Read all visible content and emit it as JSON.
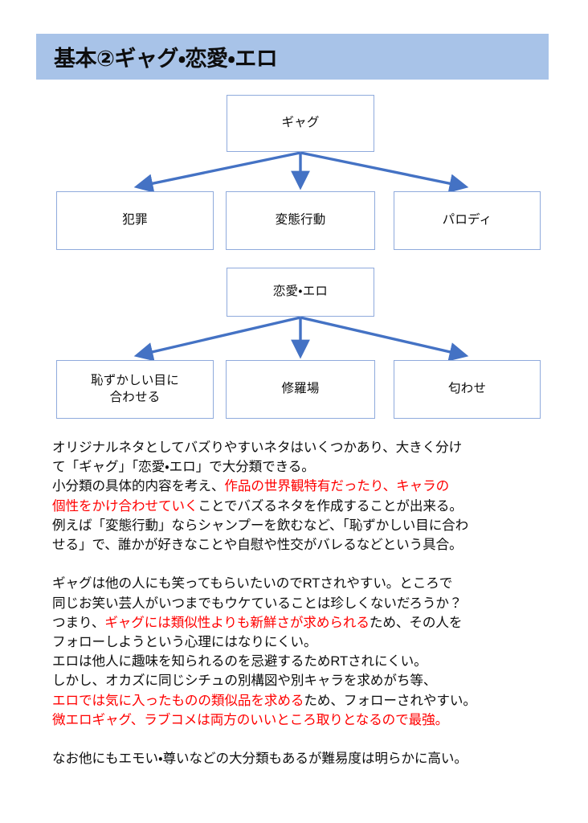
{
  "title": "基本②ギャグ・恋愛・エロ",
  "colors": {
    "banner": "#a8c3e8",
    "box_border": "#8faadc",
    "arrow": "#4472c4",
    "highlight": "#ff0000",
    "text": "#0d0d0d"
  },
  "diagram": {
    "trees": [
      {
        "root": "ギャグ",
        "children": [
          "犯罪",
          "変態行動",
          "パロディ"
        ]
      },
      {
        "root": "恋愛・エロ",
        "children_lines": [
          [
            "恥ずかしい目に",
            "合わせる"
          ],
          [
            "修羅場"
          ],
          [
            "匂わせ"
          ]
        ]
      }
    ],
    "nodes": {
      "gag": "ギャグ",
      "crime": "犯罪",
      "hentai": "変態行動",
      "parody": "パロディ",
      "romance": "恋愛・エロ",
      "shame_line1": "恥ずかしい目に",
      "shame_line2": "合わせる",
      "shuraba": "修羅場",
      "niowase": "匂わせ"
    }
  },
  "body": {
    "paragraph1": {
      "l1": "オリジナルネタとしてバズりやすいネタはいくつかあり、大きく分け",
      "l2": "て「ギャグ」「恋愛・エロ」で大分類できる。",
      "l3_plain": "小分類の具体的内容を考え、",
      "l3_red": "作品の世界観特有だったり、キャラの",
      "l4_red": "個性をかけ合わせていく",
      "l4_plain": "ことでバズるネタを作成することが出来る。",
      "l5": "例えば「変態行動」ならシャンプーを飲むなど、「恥ずかしい目に合わ",
      "l6": "せる」で、誰かが好きなことや自慰や性交がバレるなどという具合。"
    },
    "paragraph2": {
      "l1": "ギャグは他の人にも笑ってもらいたいのでRTされやすい。ところで",
      "l2": "同じお笑い芸人がいつまでもウケていることは珍しくないだろうか？",
      "l3_plain": "つまり、",
      "l3_red": "ギャグには類似性よりも新鮮さが求められる",
      "l3_plain2": "ため、その人を",
      "l4": "フォローしようという心理にはなりにくい。",
      "l5": "エロは他人に趣味を知られるのを忌避するためRTされにくい。",
      "l6": "しかし、オカズに同じシチュの別構図や別キャラを求めがち等、",
      "l7_red": "エロでは気に入ったものの類似品を求める",
      "l7_plain": "ため、フォローされやすい。",
      "l8_red": "微エロギャグ、ラブコメは両方のいいところ取りとなるので最強。"
    },
    "paragraph3": {
      "l1": "なお他にもエモい・尊いなどの大分類もあるが難易度は明らかに高い。"
    }
  }
}
